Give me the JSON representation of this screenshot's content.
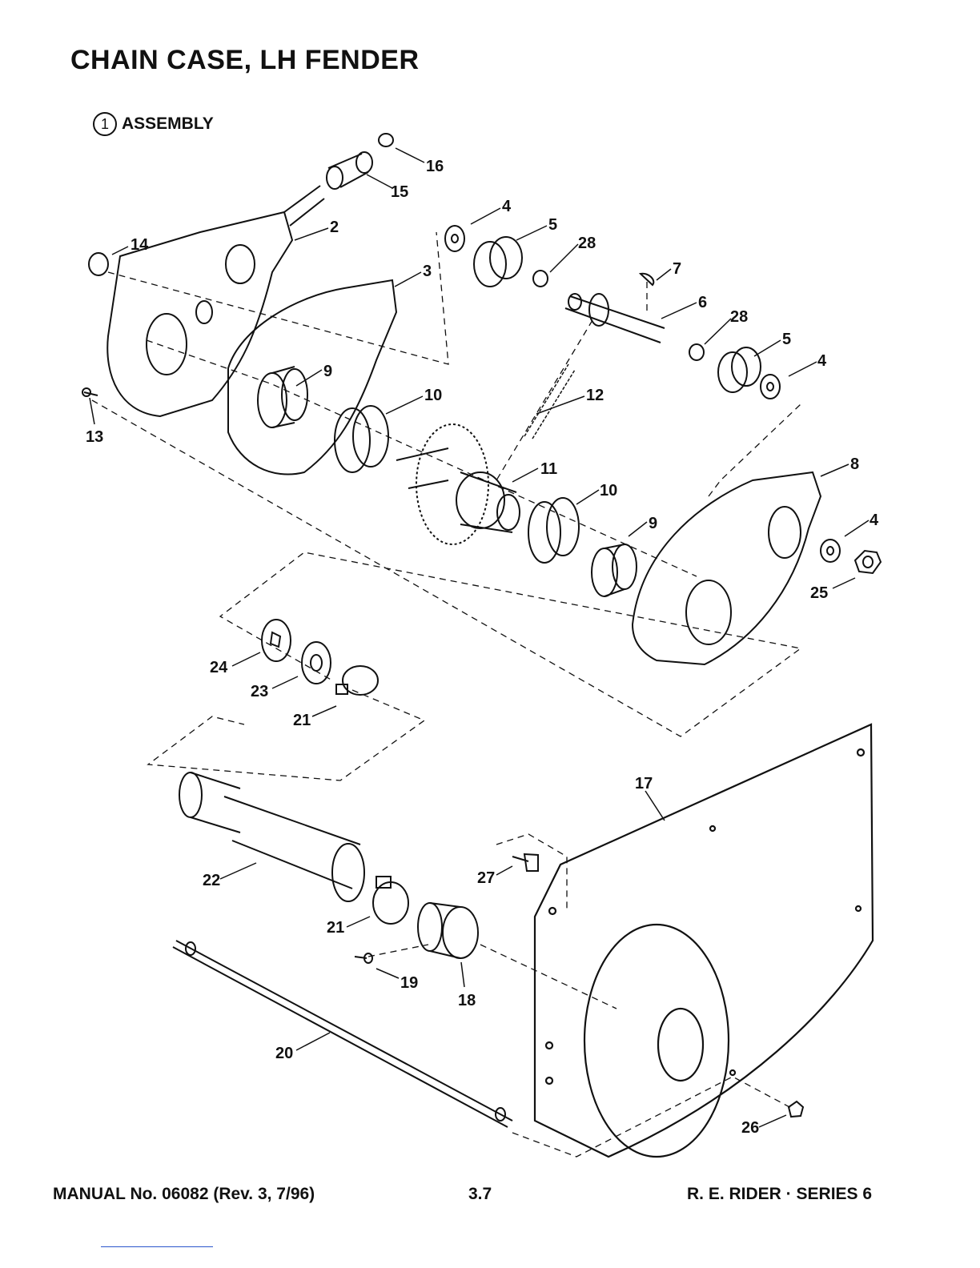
{
  "page": {
    "title": "CHAIN CASE, LH FENDER",
    "subtitle": {
      "number": "1",
      "label": "ASSEMBLY"
    }
  },
  "callouts": [
    "16",
    "15",
    "14",
    "2",
    "3",
    "4",
    "5",
    "28",
    "7",
    "6",
    "28",
    "5",
    "4",
    "9",
    "10",
    "12",
    "13",
    "11",
    "10",
    "9",
    "8",
    "4",
    "25",
    "24",
    "23",
    "21",
    "17",
    "27",
    "22",
    "21",
    "19",
    "18",
    "20",
    "26"
  ],
  "footer": {
    "manual": "MANUAL No. 06082 (Rev. 3, 7/96)",
    "page_number": "3.7",
    "series": "R. E. RIDER · SERIES 6"
  }
}
